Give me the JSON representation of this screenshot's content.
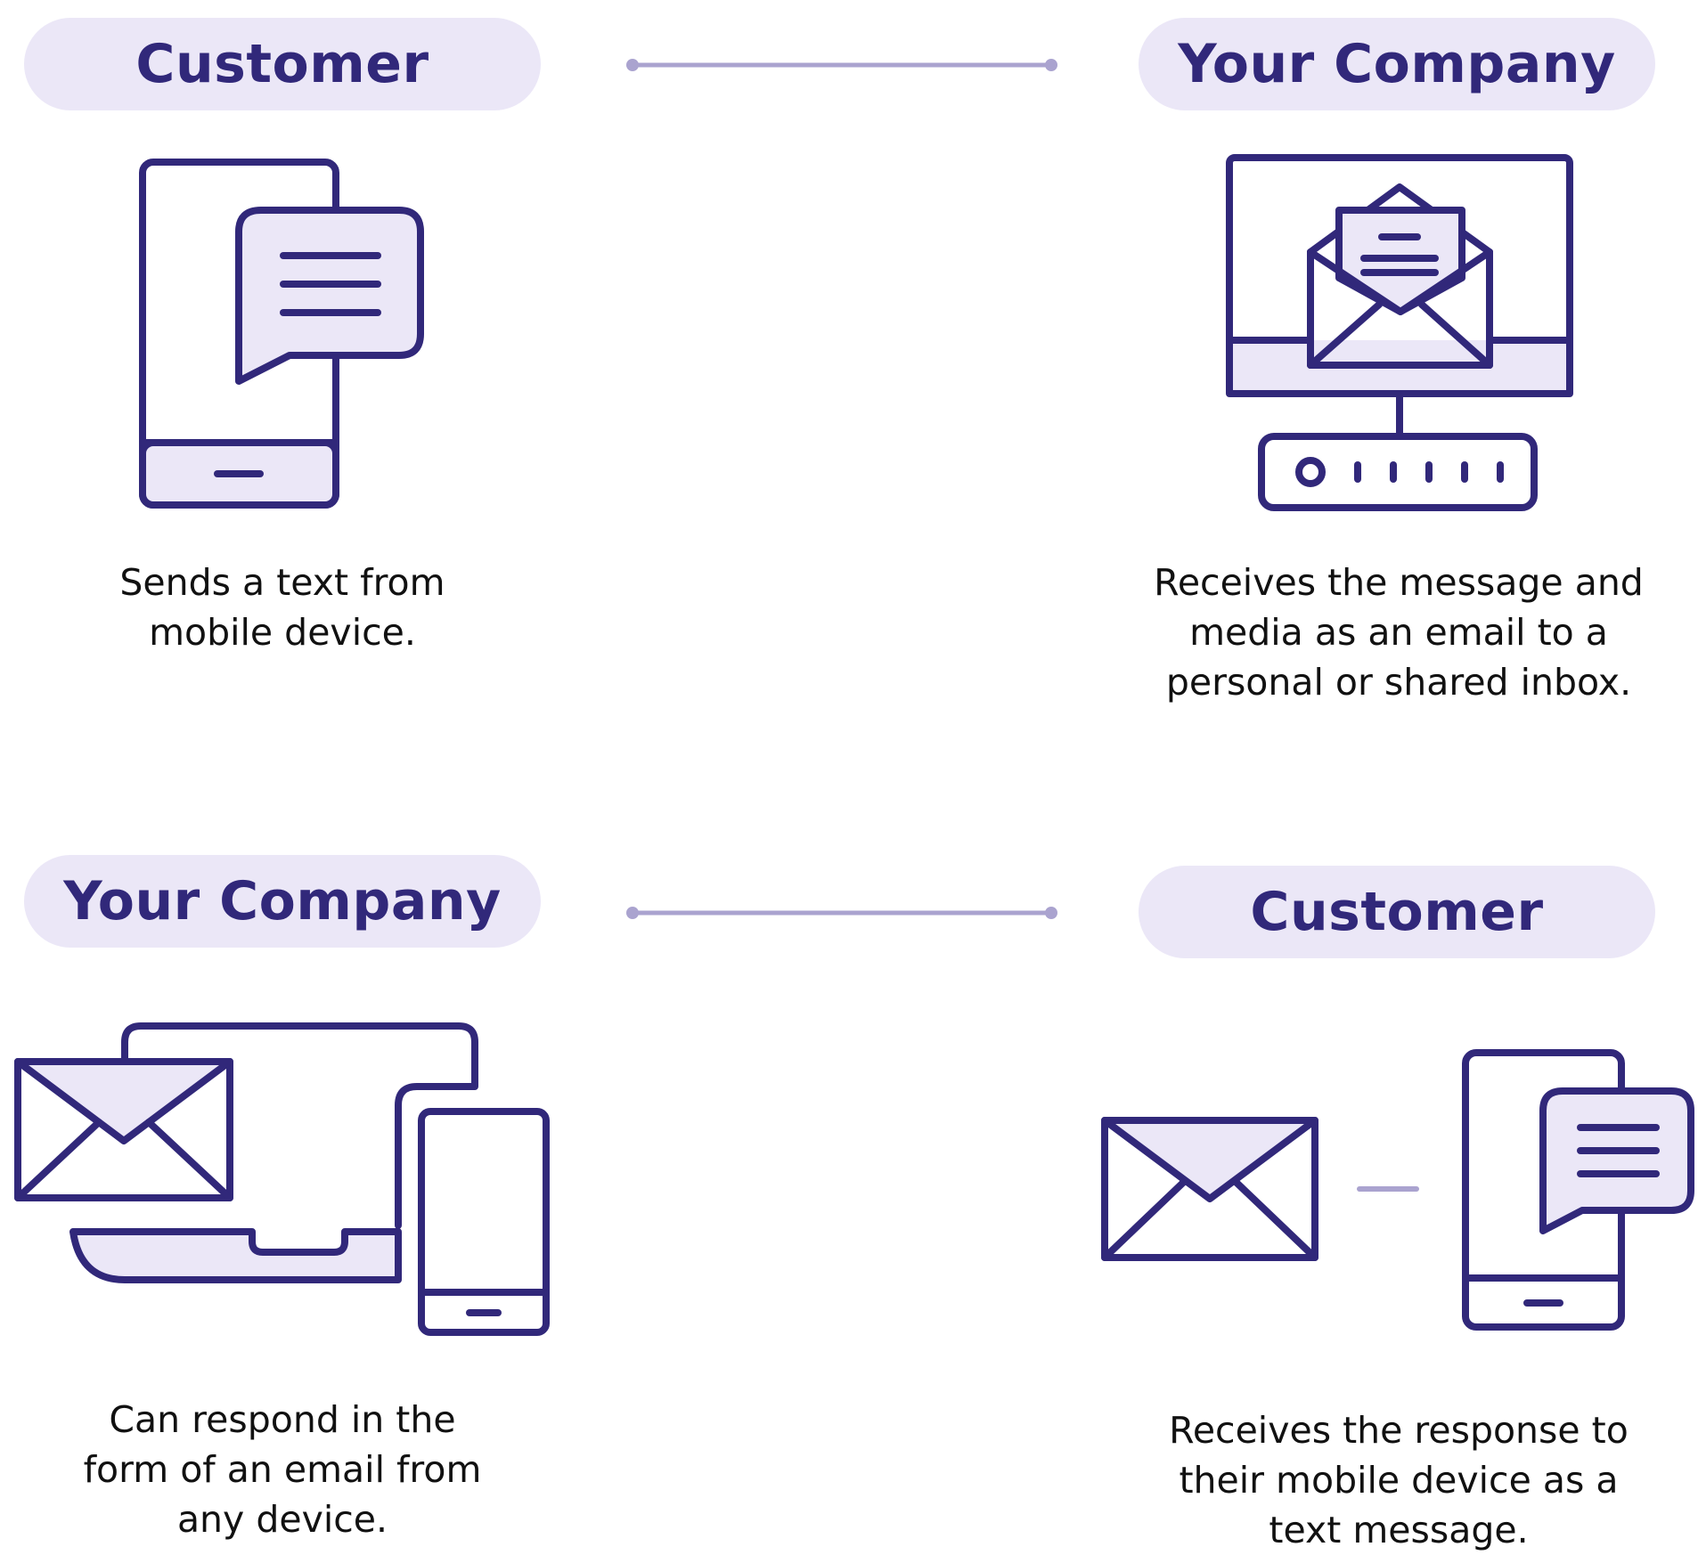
{
  "colors": {
    "accent": "#31287a",
    "pill_fill": "#ebe7f7",
    "icon_fill": "#ebe7f7",
    "connector": "#aaa3cf",
    "text": "#111111"
  },
  "steps": [
    {
      "actor": "Customer",
      "icon": "phone-chat-icon",
      "description": [
        "Sends a text from",
        "mobile device."
      ]
    },
    {
      "actor": "Your Company",
      "icon": "monitor-email-icon",
      "description": [
        "Receives the message and",
        "media as an email to a",
        "personal or shared inbox."
      ]
    },
    {
      "actor": "Your Company",
      "icon": "devices-email-icon",
      "description": [
        "Can respond in the",
        "form of an email from",
        "any device."
      ]
    },
    {
      "actor": "Customer",
      "icon": "email-to-phone-icon",
      "description": [
        "Receives the response to",
        "their mobile device as a",
        "text message."
      ]
    }
  ]
}
